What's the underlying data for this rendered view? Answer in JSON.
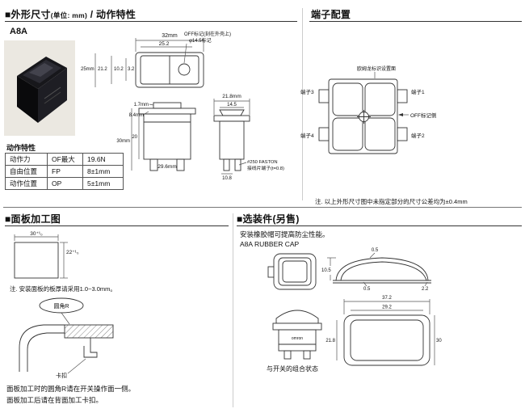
{
  "dim_section": {
    "title": "■外形尺寸",
    "unit": "(单位: mm)",
    "suffix": " / 动作特性",
    "model": "A8A",
    "top_view": {
      "dim_w1": "32mm",
      "dim_w2": "25.2",
      "dim_h1": "25mm",
      "dim_h2": "21.2",
      "dim_h3": "10.2",
      "dim_h4": "3.2",
      "ann_off": "OFF标记(刻在外壳上)",
      "ann_phi": "φ14.5标记"
    },
    "front_view": {
      "dim_a": "1.7mm",
      "dim_b": "8.4mm",
      "dim_c": "20",
      "dim_d": "30mm",
      "dim_e": "29.6mm"
    },
    "side_view": {
      "dim_a": "21.8mm",
      "dim_b": "14.5",
      "dim_c": "10.8",
      "faston_l1": "#250 FASTON",
      "faston_l2": "接线片端子(t=0.8)"
    },
    "table": {
      "caption": "动作特性",
      "rows": [
        {
          "name": "动作力",
          "sym": "OF最大",
          "val": "19.6N"
        },
        {
          "name": "自由位置",
          "sym": "FP",
          "val": "8±1mm"
        },
        {
          "name": "动作位置",
          "sym": "OP",
          "val": "5±1mm"
        }
      ]
    }
  },
  "terminal_section": {
    "title": "端子配置",
    "t1": "端子1",
    "t2": "端子2",
    "t3": "端子3",
    "t4": "端子4",
    "ann_top": "欧姆龙标识设置面",
    "ann_right": "OFF标记侧",
    "note": "注. 以上外形尺寸图中未指定部分的尺寸公差均为±0.4mm"
  },
  "panel_section": {
    "title": "■面板加工图",
    "dim_w": "30⁺¹₀",
    "dim_h": "22⁺¹₀",
    "note": "注. 安装面板的板厚请采用1.0~3.0mm。",
    "corner_label": "圆角R",
    "catch_label": "卡扣",
    "footer1": "面板加工时的圆角R请在开关操作面一侧。",
    "footer2": "面板加工后请在背面加工卡扣。"
  },
  "option_section": {
    "title": "■选装件(另售)",
    "desc": "安装橡胶帽可提高防尘性能。",
    "product": "A8A RUBBER CAP",
    "brand": "omron",
    "profile": {
      "dim_top": "0.5",
      "dim_left": "10.5",
      "dim_bot_l": "0.5",
      "dim_bot_r": "2.2"
    },
    "top_view": {
      "dim_w1": "37.2",
      "dim_w2": "29.2",
      "dim_h1": "21.8",
      "dim_h2": "30"
    },
    "combined_caption": "与开关的组合状态"
  }
}
